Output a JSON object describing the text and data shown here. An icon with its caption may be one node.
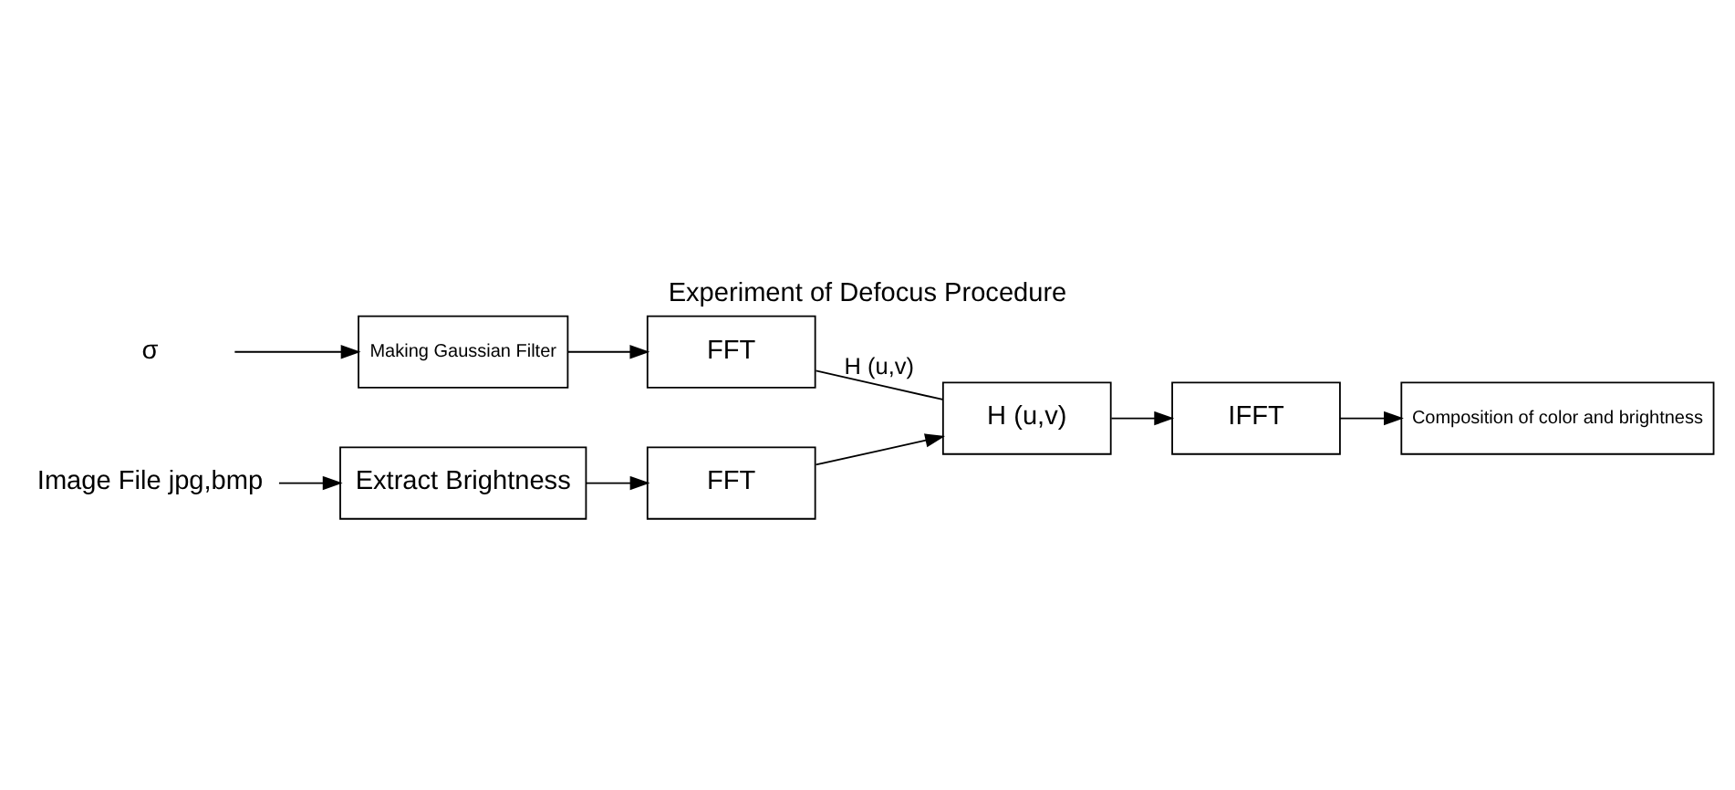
{
  "diagram": {
    "title": "Experiment of Defocus Procedure",
    "nodes": [
      {
        "text": [
          "σ"
        ]
      },
      {
        "text": [
          "Making Gaussian Filter"
        ]
      },
      {
        "text": [
          "FFT"
        ]
      },
      {
        "text": [
          "Image File jpg,bmp"
        ]
      },
      {
        "text": [
          "Extract Brightness"
        ]
      },
      {
        "text": [
          "FFT"
        ]
      },
      {
        "text": [
          "H (u,v)"
        ]
      },
      {
        "text": [
          "IFFT"
        ]
      },
      {
        "text": [
          "Composition of color and brightness"
        ]
      }
    ],
    "edges": [
      {
        "from": 0,
        "to": 1,
        "arrow": "to"
      },
      {
        "from": 1,
        "to": 2,
        "arrow": "to"
      },
      {
        "from": 2,
        "to": 6,
        "arrow": "none",
        "label": "H (u,v)"
      },
      {
        "from": 3,
        "to": 4,
        "arrow": "to"
      },
      {
        "from": 4,
        "to": 5,
        "arrow": "to"
      },
      {
        "from": 5,
        "to": 6,
        "arrow": "to"
      },
      {
        "from": 6,
        "to": 7,
        "arrow": "to"
      },
      {
        "from": 7,
        "to": 8,
        "arrow": "to"
      }
    ]
  }
}
